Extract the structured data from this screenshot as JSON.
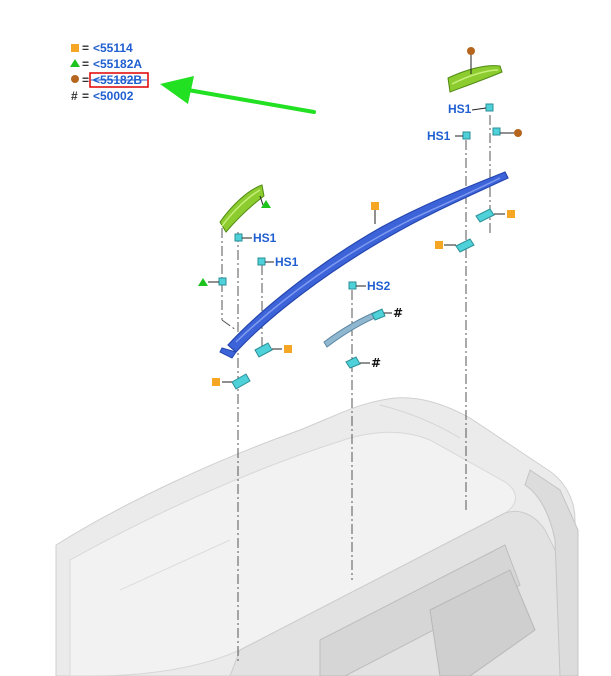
{
  "legend": {
    "items": [
      {
        "symbol": "orange-square",
        "color": "#f5a623",
        "code": "<55114"
      },
      {
        "symbol": "green-triangle",
        "color": "#1ec41e",
        "code": "<55182A"
      },
      {
        "symbol": "brown-circle",
        "color": "#b5651d",
        "code": "<55182B"
      },
      {
        "symbol": "hash",
        "color": "#111111",
        "code": "<50002"
      }
    ],
    "separator": "="
  },
  "callouts": {
    "hs1": "HS1",
    "hs2": "HS2",
    "hash": "#"
  },
  "colors": {
    "rail": "#3d63d9",
    "endcap": "#8ccc2e",
    "clip": "#4fd1d9",
    "car_body": "#e6e6e6",
    "arrow": "#22e022",
    "highlight_box": "#e00000"
  }
}
